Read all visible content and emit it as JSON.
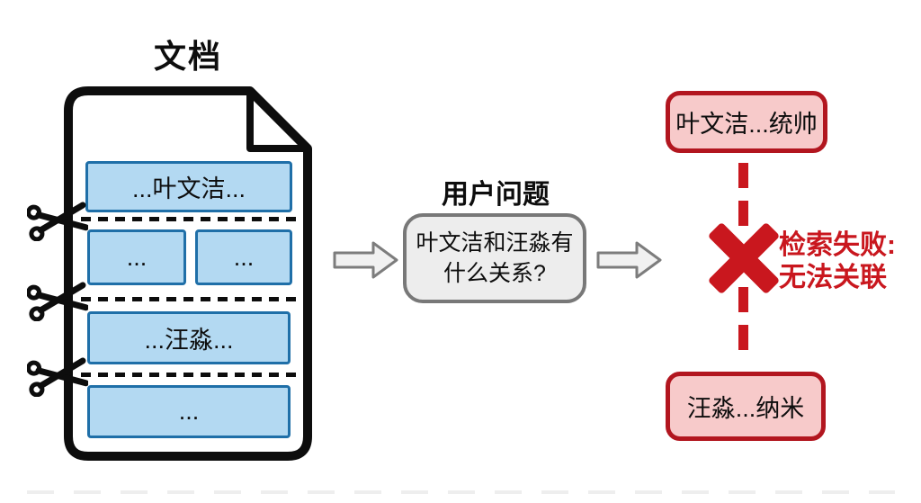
{
  "doc": {
    "label": "文档",
    "chunks": [
      {
        "text": "...叶文洁..."
      },
      {
        "text": "..."
      },
      {
        "text": "..."
      },
      {
        "text": "...汪淼..."
      },
      {
        "text": "..."
      }
    ]
  },
  "question": {
    "label": "用户问题",
    "line1": "叶文洁和汪淼有",
    "line2": "什么关系?"
  },
  "result": {
    "top_box": "叶文洁...统帅",
    "bottom_box": "汪淼...纳米",
    "fail_line1": "检索失败:",
    "fail_line2": "无法关联"
  },
  "icons": {
    "scissors": "✂",
    "failure_cross": "✖",
    "flow_arrow": "⇨"
  },
  "colors": {
    "chunk_fill": "#b3d9f2",
    "chunk_border": "#1f6fa8",
    "doc_outline": "#0d0d0d",
    "question_fill": "#ededed",
    "question_border": "#787878",
    "failure_red": "#c9171e",
    "red_box_fill": "#f7caca",
    "red_box_border": "#b2161f",
    "arrow_fill": "#f1f1f1",
    "arrow_border": "#7d7d7d"
  }
}
